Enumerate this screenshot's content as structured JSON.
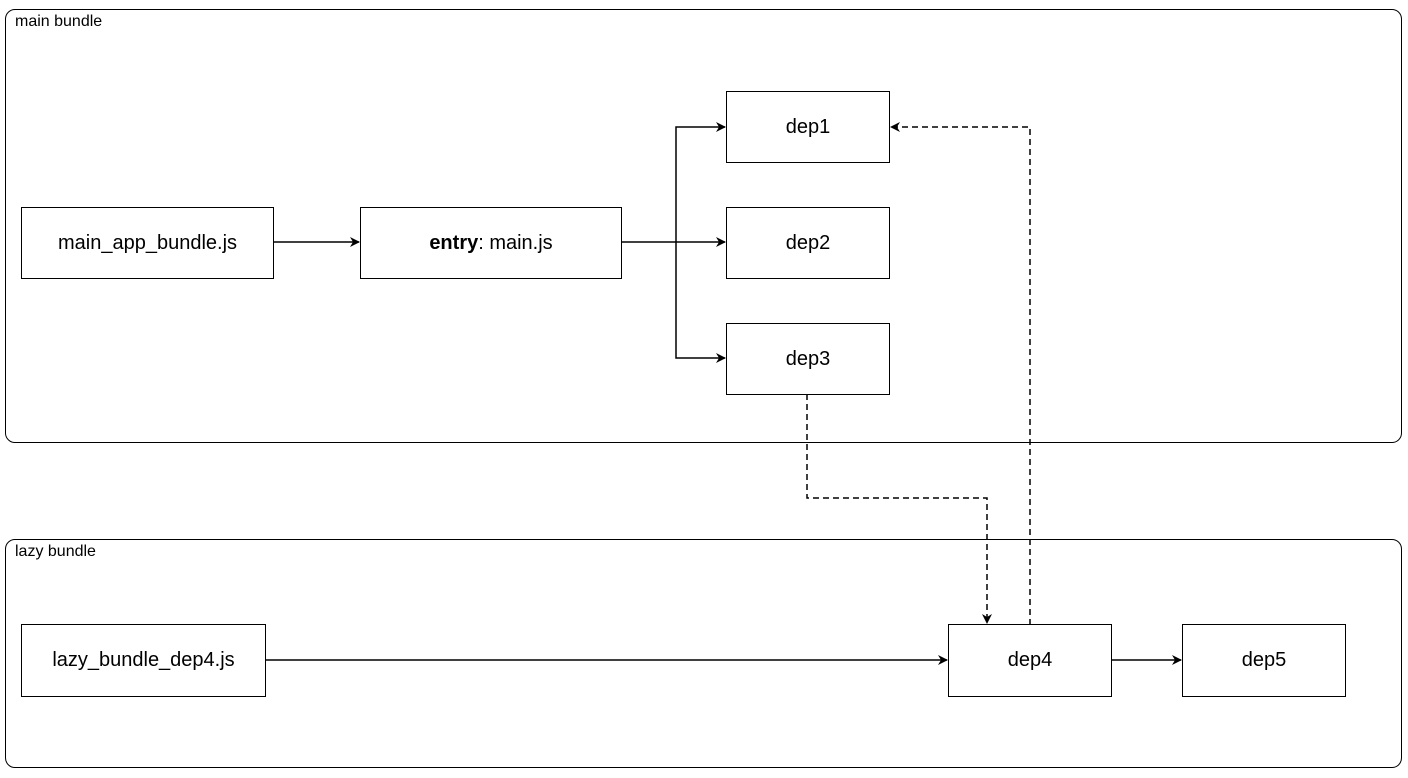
{
  "groups": {
    "main": {
      "label": "main bundle"
    },
    "lazy": {
      "label": "lazy bundle"
    }
  },
  "nodes": {
    "main_app_bundle": "main_app_bundle.js",
    "entry_prefix": "entry",
    "entry_suffix": ": main.js",
    "dep1": "dep1",
    "dep2": "dep2",
    "dep3": "dep3",
    "lazy_bundle_dep4": "lazy_bundle_dep4.js",
    "dep4": "dep4",
    "dep5": "dep5"
  },
  "edges": [
    {
      "from": "main_app_bundle.js",
      "to": "entry: main.js",
      "style": "solid"
    },
    {
      "from": "entry: main.js",
      "to": "dep1",
      "style": "solid"
    },
    {
      "from": "entry: main.js",
      "to": "dep2",
      "style": "solid"
    },
    {
      "from": "entry: main.js",
      "to": "dep3",
      "style": "solid"
    },
    {
      "from": "dep3",
      "to": "dep4",
      "style": "dashed"
    },
    {
      "from": "dep4",
      "to": "dep1",
      "style": "dashed"
    },
    {
      "from": "lazy_bundle_dep4.js",
      "to": "dep4",
      "style": "solid"
    },
    {
      "from": "dep4",
      "to": "dep5",
      "style": "solid"
    }
  ],
  "colors": {
    "stroke": "#000000",
    "background": "#ffffff"
  }
}
